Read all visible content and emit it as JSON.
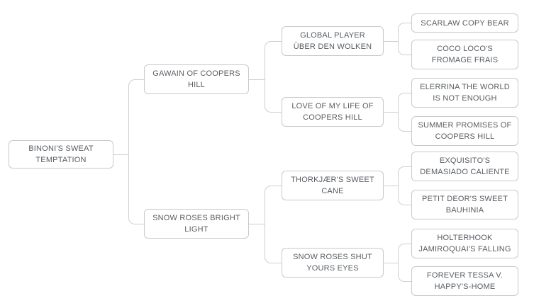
{
  "diagram": {
    "type": "pedigree-tree",
    "generations": 4,
    "background": "#ffffff",
    "node_border_color": "#c9c9c9",
    "line_color": "#cfcfcf",
    "text_color": "#595d62"
  },
  "nodes": {
    "subject": {
      "label": "BINONI'S SWEAT TEMPTATION"
    },
    "parent1": {
      "label": "GAWAIN OF COOPERS HILL"
    },
    "parent2": {
      "label": "SNOW ROSES BRIGHT LIGHT"
    },
    "gp1": {
      "label": "GLOBAL PLAYER ÜBER DEN WOLKEN"
    },
    "gp2": {
      "label": "LOVE OF MY LIFE OF COOPERS HILL"
    },
    "gp3": {
      "label": "THORKJÆR'S SWEET CANE"
    },
    "gp4": {
      "label": "SNOW ROSES SHUT YOURS EYES"
    },
    "ggp1": {
      "label": "SCARLAW COPY BEAR"
    },
    "ggp2": {
      "label": "COCO LOCO'S FROMAGE FRAIS"
    },
    "ggp3": {
      "label": "ELERRINA THE WORLD IS NOT ENOUGH"
    },
    "ggp4": {
      "label": "SUMMER PROMISES OF COOPERS HILL"
    },
    "ggp5": {
      "label": "EXQUISITO'S DEMASIADO CALIENTE"
    },
    "ggp6": {
      "label": "PETIT DEOR'S SWEET BAUHINIA"
    },
    "ggp7": {
      "label": "HOLTERHOOK JAMIROQUAI'S FALLING"
    },
    "ggp8": {
      "label": "FOREVER TESSA V. HAPPY'S-HOME"
    }
  },
  "edges": [
    {
      "parent": "subject",
      "children": [
        "parent1",
        "parent2"
      ]
    },
    {
      "parent": "parent1",
      "children": [
        "gp1",
        "gp2"
      ]
    },
    {
      "parent": "parent2",
      "children": [
        "gp3",
        "gp4"
      ]
    },
    {
      "parent": "gp1",
      "children": [
        "ggp1",
        "ggp2"
      ]
    },
    {
      "parent": "gp2",
      "children": [
        "ggp3",
        "ggp4"
      ]
    },
    {
      "parent": "gp3",
      "children": [
        "ggp5",
        "ggp6"
      ]
    },
    {
      "parent": "gp4",
      "children": [
        "ggp7",
        "ggp8"
      ]
    }
  ]
}
